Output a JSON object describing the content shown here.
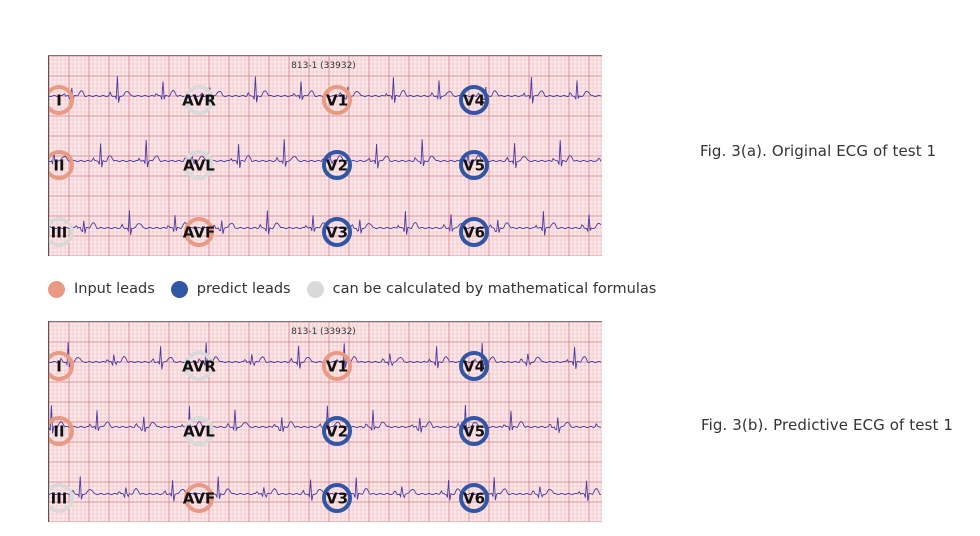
{
  "colors": {
    "input": "#e89a85",
    "predict": "#3156a6",
    "calculated": "#d9d9d9",
    "grid_minor": "#efb7bd",
    "grid_major": "#d9808b",
    "paper": "#fbe9ea",
    "trace": "#4d3aa0"
  },
  "panels": [
    {
      "header": "813-1 (33932)",
      "caption": "Fig. 3(a). Original ECG of test 1",
      "leads": [
        {
          "label": "I",
          "type": "input"
        },
        {
          "label": "AVR",
          "type": "calculated"
        },
        {
          "label": "V1",
          "type": "input"
        },
        {
          "label": "V4",
          "type": "predict"
        },
        {
          "label": "II",
          "type": "input"
        },
        {
          "label": "AVL",
          "type": "calculated"
        },
        {
          "label": "V2",
          "type": "predict"
        },
        {
          "label": "V5",
          "type": "predict"
        },
        {
          "label": "III",
          "type": "calculated"
        },
        {
          "label": "AVF",
          "type": "input"
        },
        {
          "label": "V3",
          "type": "predict"
        },
        {
          "label": "V6",
          "type": "predict"
        }
      ]
    },
    {
      "header": "813-1 (33932)",
      "caption": "Fig. 3(b). Predictive ECG of test 1",
      "leads": [
        {
          "label": "I",
          "type": "input"
        },
        {
          "label": "AVR",
          "type": "calculated"
        },
        {
          "label": "V1",
          "type": "input"
        },
        {
          "label": "V4",
          "type": "predict"
        },
        {
          "label": "II",
          "type": "input"
        },
        {
          "label": "AVL",
          "type": "calculated"
        },
        {
          "label": "V2",
          "type": "predict"
        },
        {
          "label": "V5",
          "type": "predict"
        },
        {
          "label": "III",
          "type": "calculated"
        },
        {
          "label": "AVF",
          "type": "input"
        },
        {
          "label": "V3",
          "type": "predict"
        },
        {
          "label": "V6",
          "type": "predict"
        }
      ]
    }
  ],
  "legend": {
    "input": "Input leads",
    "predict": "predict leads",
    "calculated": "can be calculated by mathematical formulas"
  }
}
